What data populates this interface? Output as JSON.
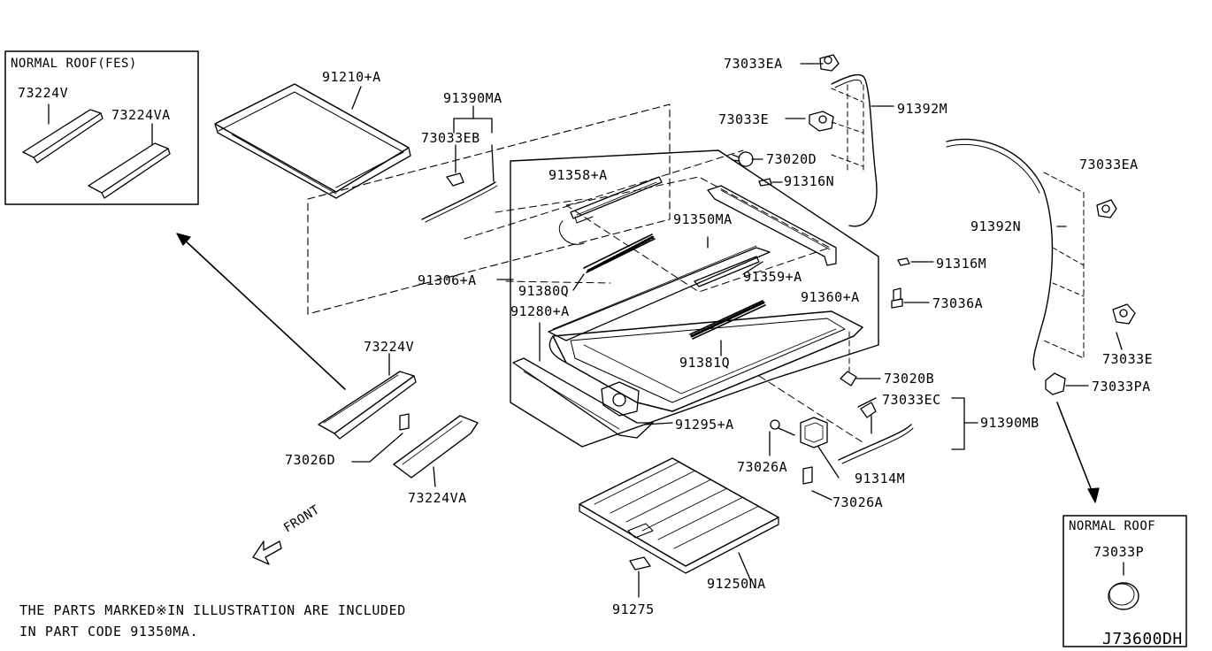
{
  "insets": {
    "normal_roof_fes": {
      "title": "NORMAL ROOF(FES)",
      "part_a": "73224V",
      "part_b": "73224VA"
    },
    "normal_roof": {
      "title": "NORMAL ROOF",
      "part": "73033P"
    }
  },
  "parts": {
    "glass": "91210+A",
    "drain_hose_assy_front": "91390MA",
    "clip_eb": "73033EB",
    "frame_assy": "91306+A",
    "deflector": "91358+A",
    "rail": "91350MA",
    "seal_q": "91380Q",
    "guide_rear": "91359+A",
    "bracket_rear": "91360+A",
    "finisher": "91280+A",
    "seal_q2": "91381Q",
    "motor": "91295+A",
    "clip_ea_top": "73033EA",
    "hose_m": "91392M",
    "clip_e_top": "73033E",
    "grommet_d": "73020D",
    "spacer_n": "91316N",
    "clip_ea_right": "73033EA",
    "hose_n": "91392N",
    "spacer_m": "91316M",
    "bolt_a": "73036A",
    "clip_e_right": "73033E",
    "grommet_b": "73020B",
    "clip_pa": "73033PA",
    "clip_ec": "73033EC",
    "drain_hose_assy_rear": "91390MB",
    "bolt_26a_1": "73026A",
    "switch_m": "91314M",
    "bolt_26a_2": "73026A",
    "shade": "91250NA",
    "handle": "91275",
    "bracket_v": "73224V",
    "bolt_d": "73026D",
    "bracket_va": "73224VA"
  },
  "front_label": "FRONT",
  "footnote": {
    "line1": "THE PARTS MARKED※IN ILLUSTRATION ARE INCLUDED",
    "line2": "IN PART CODE 91350MA."
  },
  "diagram_code": "J73600DH"
}
